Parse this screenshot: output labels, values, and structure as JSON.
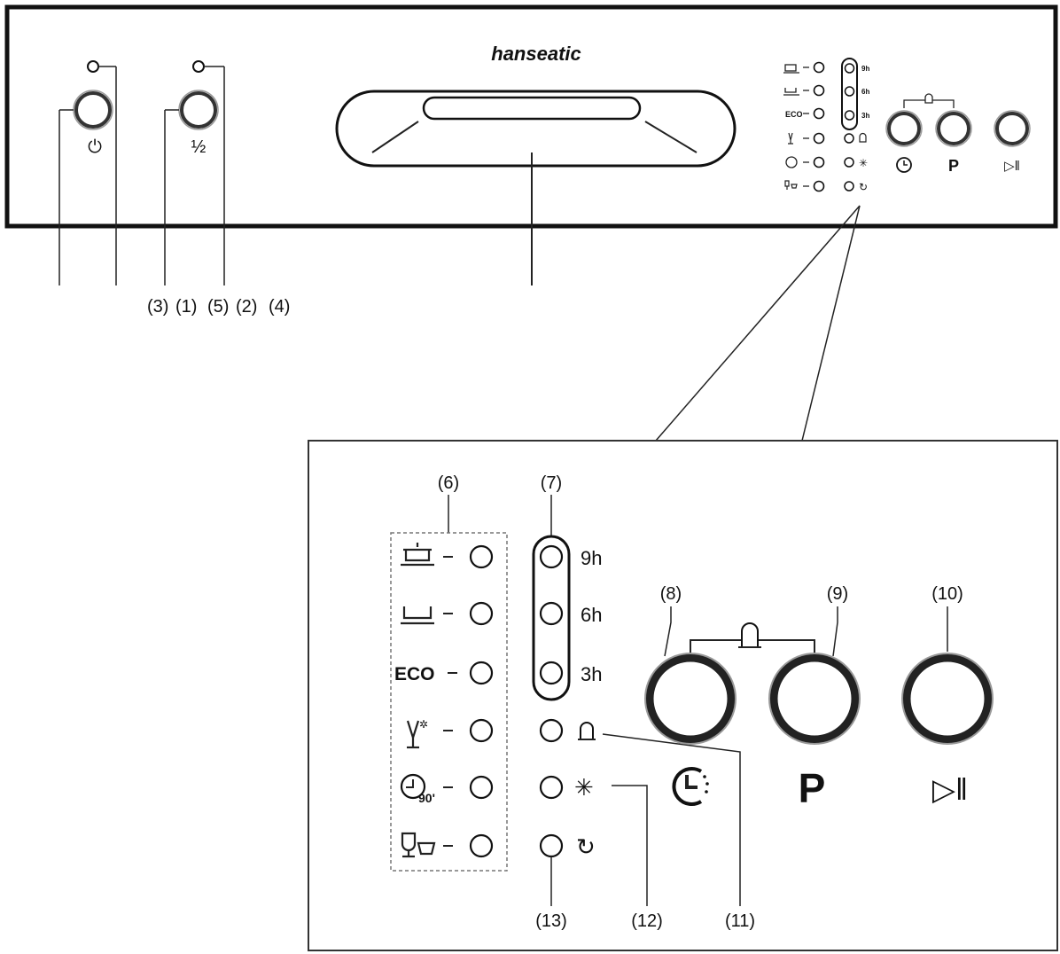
{
  "brand": "hanseatic",
  "panel": {
    "power_symbol": "⏻",
    "half_load_label": "½",
    "timer_symbol": "timer-icon",
    "program_label": "P",
    "start_pause_label": "▷‖",
    "small_delay_labels": [
      "9h",
      "6h",
      "3h"
    ]
  },
  "callouts": {
    "c1": "(1)",
    "c2": "(2)",
    "c3": "(3)",
    "c4": "(4)",
    "c5": "(5)",
    "c6": "(6)",
    "c7": "(7)",
    "c8": "(8)",
    "c9": "(9)",
    "c10": "(10)",
    "c11": "(11)",
    "c12": "(12)",
    "c13": "(13)"
  },
  "detail": {
    "programs": [
      {
        "icon": "pot-icon"
      },
      {
        "icon": "plate-icon"
      },
      {
        "label": "ECO"
      },
      {
        "icon": "glass-sparkle-icon"
      },
      {
        "icon": "clock-90-icon",
        "label": "90'"
      },
      {
        "icon": "glasses-icon"
      }
    ],
    "delay_labels": [
      "9h",
      "6h",
      "3h"
    ],
    "program_label": "P",
    "start_pause_label": "▷‖"
  }
}
